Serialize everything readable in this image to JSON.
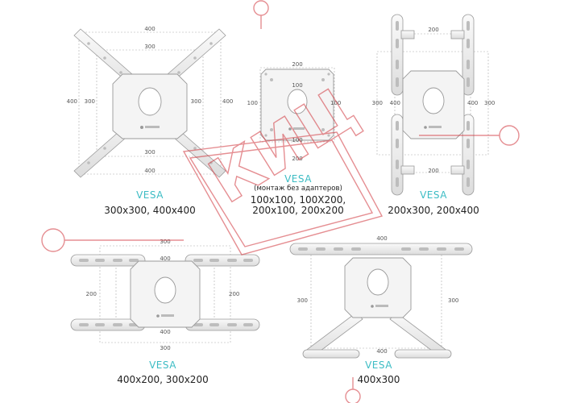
{
  "watermark": {
    "text": "КИЦ",
    "color": "#d0333a"
  },
  "accent_color": "#3cbcc4",
  "diagrams": [
    {
      "title": "VESA",
      "sizes": "300x300, 400x400",
      "dims": {
        "top_outer": "400",
        "top_inner": "300",
        "bottom_inner": "300",
        "bottom_outer": "400",
        "left_outer": "400",
        "left_inner": "300",
        "right_inner": "300",
        "right_outer": "400"
      }
    },
    {
      "title": "VESA",
      "note": "(монтаж без адаптеров)",
      "sizes_line1": "100x100, 100X200,",
      "sizes_line2": "200x100, 200x200",
      "dims": {
        "top_outer": "200",
        "top_inner": "100",
        "bottom_inner": "100",
        "bottom_outer": "200",
        "left_inner": "100",
        "right_inner": "100"
      }
    },
    {
      "title": "VESA",
      "sizes": "200x300, 200x400",
      "dims": {
        "top": "200",
        "bottom": "200",
        "left_outer": "300",
        "left_inner": "400",
        "right_inner": "400",
        "right_outer": "300"
      }
    },
    {
      "title": "VESA",
      "sizes": "400x200, 300x200",
      "dims": {
        "top_outer": "300",
        "top_inner": "400",
        "bottom_inner": "400",
        "bottom_outer": "300",
        "left": "200",
        "right": "200"
      }
    },
    {
      "title": "VESA",
      "sizes": "400x300",
      "dims": {
        "top": "400",
        "bottom": "400",
        "left": "300",
        "right": "300"
      }
    }
  ]
}
